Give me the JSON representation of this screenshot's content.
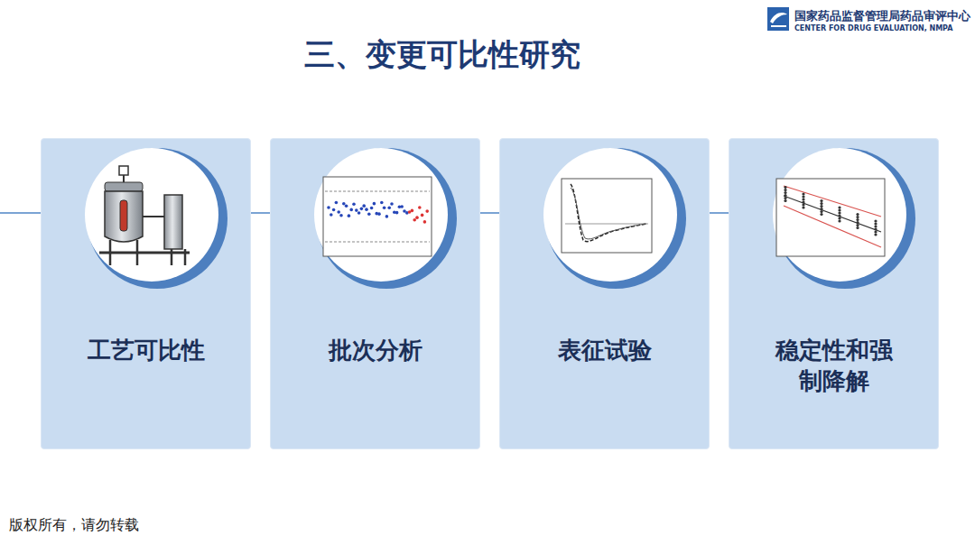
{
  "diagram": {
    "title": "三、变更可比性研究",
    "nodes": [
      {
        "text": [
          "工艺可比性"
        ]
      },
      {
        "text": [
          "批次分析"
        ]
      },
      {
        "text": [
          "表征试验"
        ]
      },
      {
        "text": [
          "稳定性和强 制降解"
        ]
      }
    ],
    "edges": [
      {
        "from": 0,
        "to": 1,
        "arrow": "none"
      },
      {
        "from": 1,
        "to": 2,
        "arrow": "none"
      },
      {
        "from": 2,
        "to": 3,
        "arrow": "none"
      }
    ],
    "labels": [
      "国家药品监督管理局药品审评中心",
      "CENTER FOR DRUG EVALUATION, NMPA",
      "版权所有，请勿转载"
    ]
  }
}
